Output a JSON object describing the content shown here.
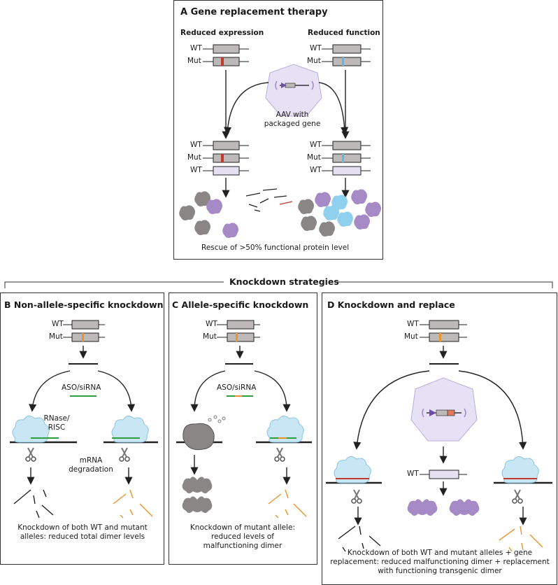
{
  "panelA": {
    "title": "A  Gene replacement therapy",
    "left_heading": "Reduced expression",
    "right_heading": "Reduced function",
    "wt": "WT",
    "mut": "Mut",
    "aav_label": "AAV with packaged gene",
    "caption": "Rescue of >50% functional protein level"
  },
  "section": {
    "title": "Knockdown strategies"
  },
  "panelB": {
    "title": "B  Non-allele-specific knockdown",
    "wt": "WT",
    "mut": "Mut",
    "aso": "ASO/siRNA",
    "rnase": "RNase/ RISC",
    "mrna": "mRNA degradation",
    "caption": "Knockdown of both WT and mutant alleles: reduced total dimer levels"
  },
  "panelC": {
    "title": "C  Allele-specific knockdown",
    "wt": "WT",
    "mut": "Mut",
    "aso": "ASO/siRNA",
    "caption": "Knockdown of mutant allele: reduced levels of malfunctioning dimer"
  },
  "panelD": {
    "title": "D  Knockdown and replace",
    "wt": "WT",
    "mut": "Mut",
    "wt2": "WT",
    "caption": "Knockdown of both WT and mutant alleles + gene replacement: reduced malfunctioning dimer + replacement with functioning transgenic dimer"
  },
  "colors": {
    "gene": "#bdb9b9",
    "mut_red": "#c0392b",
    "mut_blue": "#5bb8e0",
    "mut_orange": "#e8942a",
    "transgene": "#e4e0f2",
    "aso_green": "#2e9e3e",
    "risc": "#c9e6f5",
    "protein_gray": "#8a8686",
    "protein_purple": "#a58ac6",
    "protein_blue": "#8fd0ee"
  }
}
